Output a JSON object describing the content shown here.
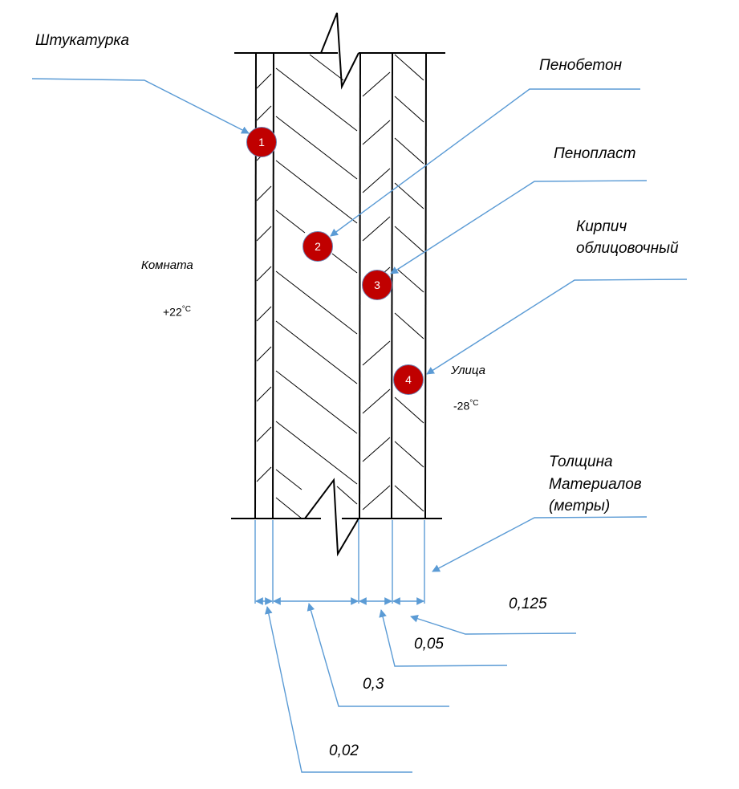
{
  "labels": {
    "plaster": "Штукатурка",
    "foam_concrete": "Пенобетон",
    "foam_plastic": "Пенопласт",
    "brick_1": "Кирпич",
    "brick_2": "облицовочный",
    "room": "Комната",
    "street": "Улица",
    "thickness_1": "Толщина",
    "thickness_2": "Материалов",
    "thickness_3": "(метры)"
  },
  "temperatures": {
    "room_value": "+22",
    "room_unit": "°C",
    "street_value": "-28",
    "street_unit": "°C"
  },
  "markers": [
    "1",
    "2",
    "3",
    "4"
  ],
  "dimensions": [
    "0,02",
    "0,3",
    "0,05",
    "0,125"
  ],
  "colors": {
    "leader": "#5b9bd5",
    "marker_fill": "#c00000",
    "line": "#000000"
  }
}
